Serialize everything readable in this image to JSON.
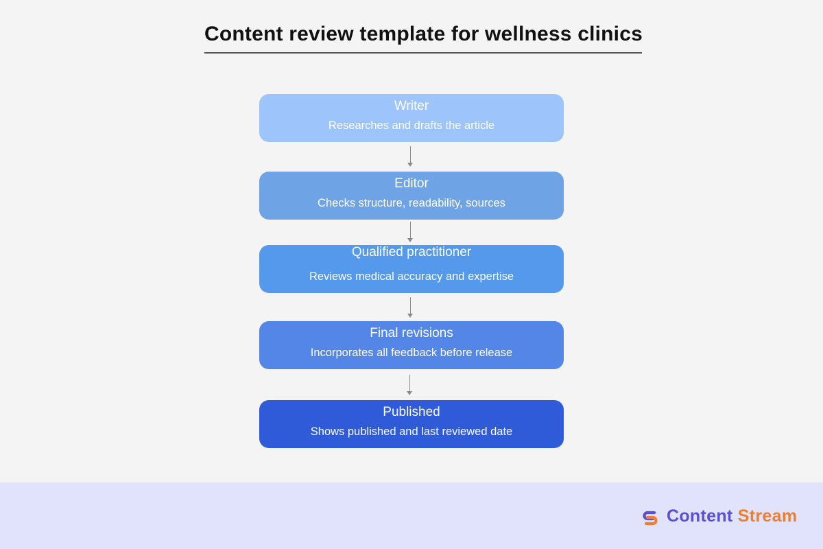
{
  "page": {
    "title": "Content review template for wellness clinics"
  },
  "steps": [
    {
      "title": "Writer",
      "description": "Researches and drafts the article",
      "color": "#9dc4fb"
    },
    {
      "title": "Editor",
      "description": "Checks structure, readability, sources",
      "color": "#6ea3e6"
    },
    {
      "title": "Qualified practitioner",
      "description": "Reviews medical accuracy and expertise",
      "color": "#5599ec"
    },
    {
      "title": "Final revisions",
      "description": "Incorporates all feedback before release",
      "color": "#5486e8"
    },
    {
      "title": "Published",
      "description": "Shows published and last reviewed date",
      "color": "#2f5bd9"
    }
  ],
  "brand": {
    "name_part1": "Content",
    "name_part2": "Stream",
    "primary_color": "#5a4fd6",
    "accent_color": "#f07f2c"
  },
  "colors": {
    "background": "#f4f4f4",
    "footer_background": "#e0e3fb",
    "connector": "#8a8a8a"
  }
}
